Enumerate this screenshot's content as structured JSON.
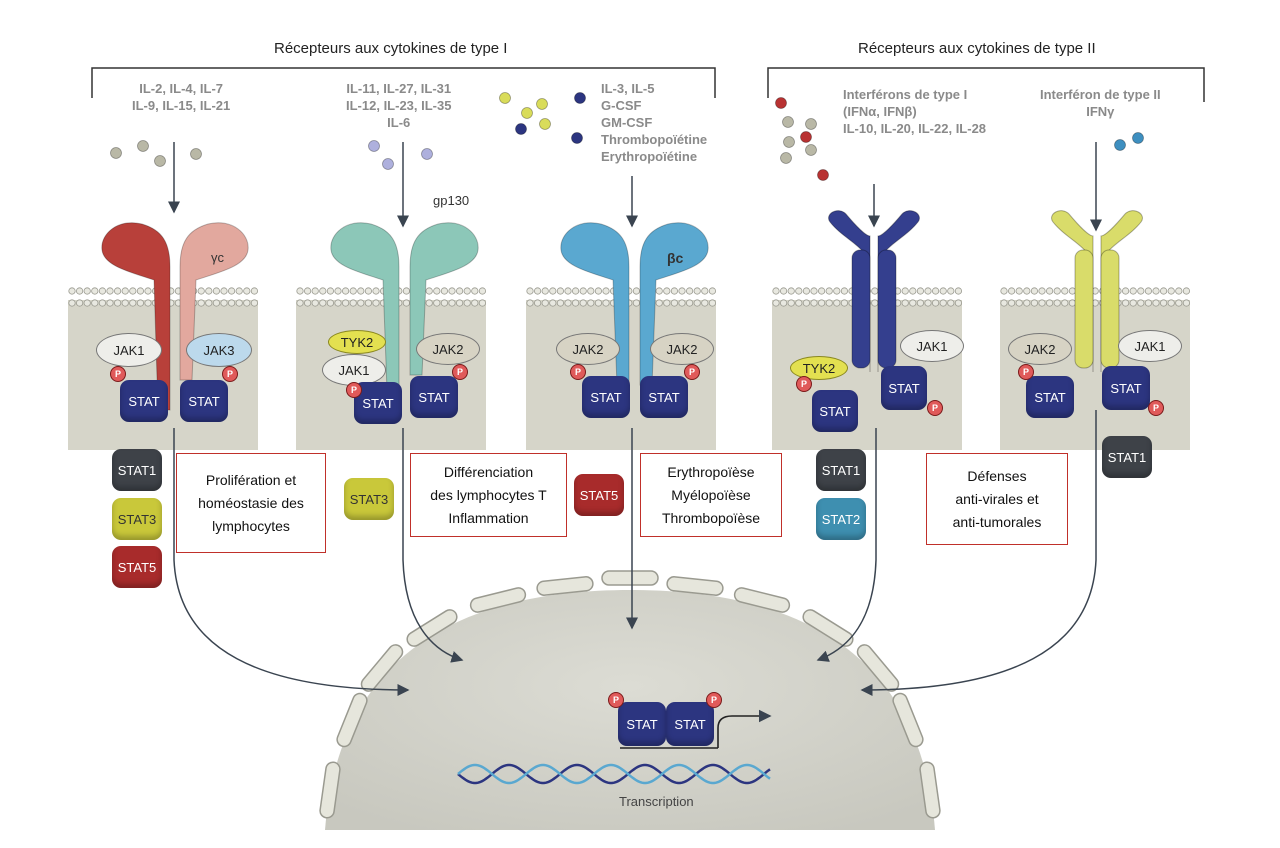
{
  "groups": {
    "type1_title": "Récepteurs aux cytokines de type I",
    "type2_title": "Récepteurs aux cytokines de type II"
  },
  "ligands": {
    "r1": [
      "IL-2, IL-4, IL-7",
      "IL-9, IL-15, IL-21"
    ],
    "r2": [
      "IL-11, IL-27, IL-31",
      "IL-12, IL-23, IL-35",
      "IL-6"
    ],
    "r3": [
      "IL-3, IL-5",
      "G-CSF",
      "GM-CSF",
      "Thrombopoïétine",
      "Erythropoïétine"
    ],
    "r4": [
      "Interférons de type I",
      "(IFNα, IFNβ)",
      "IL-10, IL-20, IL-22, IL-28"
    ],
    "r5": [
      "Interféron de type II",
      "IFNγ"
    ]
  },
  "receptor_labels": {
    "gamma_c": "γc",
    "gp130": "gp130",
    "beta_c": "βc"
  },
  "kinases": {
    "jak1": "JAK1",
    "jak2": "JAK2",
    "jak3": "JAK3",
    "tyk2": "TYK2"
  },
  "phospho": "P",
  "stat": "STAT",
  "stat_pills": {
    "r1": [
      "STAT1",
      "STAT3",
      "STAT5"
    ],
    "r2": [
      "STAT3"
    ],
    "r3": [
      "STAT5"
    ],
    "r4": [
      "STAT1",
      "STAT2"
    ],
    "r5": [
      "STAT1"
    ]
  },
  "outcomes": {
    "o1": [
      "Prolifération et",
      "homéostasie des",
      "lymphocytes"
    ],
    "o2": [
      "Différenciation",
      "des lymphocytes T",
      "Inflammation"
    ],
    "o3": [
      "Erythropoïèse",
      "Myélopoïèse",
      "Thrombopoïèse"
    ],
    "o4": [
      "Défenses",
      "anti-virales et",
      "anti-tumorales"
    ]
  },
  "nucleus": {
    "transcription": "Transcription"
  },
  "colors": {
    "r1": "#b8403a",
    "r1b": "#e2a89e",
    "r2": "#8cc7b8",
    "r3": "#5aa8d0",
    "r4": "#343f8e",
    "r5": "#d9dc6a",
    "stat": "#2c3580",
    "stat1": "#3e4248",
    "stat3": "#c9c83a",
    "stat5": "#a82b2b",
    "stat2": "#3e8fb0",
    "outcome_border": "#c0302a"
  }
}
